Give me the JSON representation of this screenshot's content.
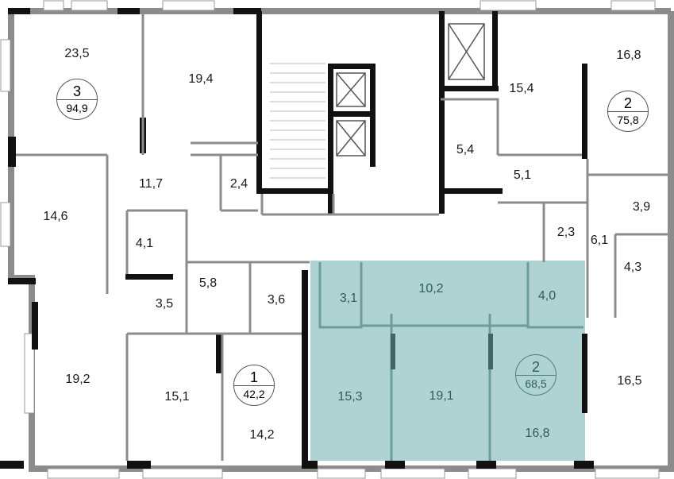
{
  "colors": {
    "highlight": "#aed3d2",
    "wall": "#8c8c8c",
    "bearing": "#111111",
    "highlight_wall": "#6e9c9a"
  },
  "apartments": [
    {
      "id": "apt-3",
      "rooms_count": "3",
      "area": "94,9",
      "highlighted": false
    },
    {
      "id": "apt-2-top",
      "rooms_count": "2",
      "area": "75,8",
      "highlighted": false
    },
    {
      "id": "apt-1",
      "rooms_count": "1",
      "area": "42,2",
      "highlighted": false
    },
    {
      "id": "apt-2-selected",
      "rooms_count": "2",
      "area": "68,5",
      "highlighted": true
    }
  ],
  "rooms": [
    {
      "area": "23,5"
    },
    {
      "area": "19,4"
    },
    {
      "area": "11,7"
    },
    {
      "area": "2,4"
    },
    {
      "area": "14,6"
    },
    {
      "area": "4,1"
    },
    {
      "area": "3,5"
    },
    {
      "area": "5,8"
    },
    {
      "area": "3,6"
    },
    {
      "area": "19,2"
    },
    {
      "area": "15,1"
    },
    {
      "area": "14,2"
    },
    {
      "area": "15,3"
    },
    {
      "area": "3,1"
    },
    {
      "area": "10,2"
    },
    {
      "area": "4,0"
    },
    {
      "area": "19,1"
    },
    {
      "area": "16,8"
    },
    {
      "area": "16,5"
    },
    {
      "area": "5,4"
    },
    {
      "area": "15,4"
    },
    {
      "area": "16,8"
    },
    {
      "area": "5,1"
    },
    {
      "area": "3,9"
    },
    {
      "area": "2,3"
    },
    {
      "area": "6,1"
    },
    {
      "area": "4,3"
    }
  ]
}
